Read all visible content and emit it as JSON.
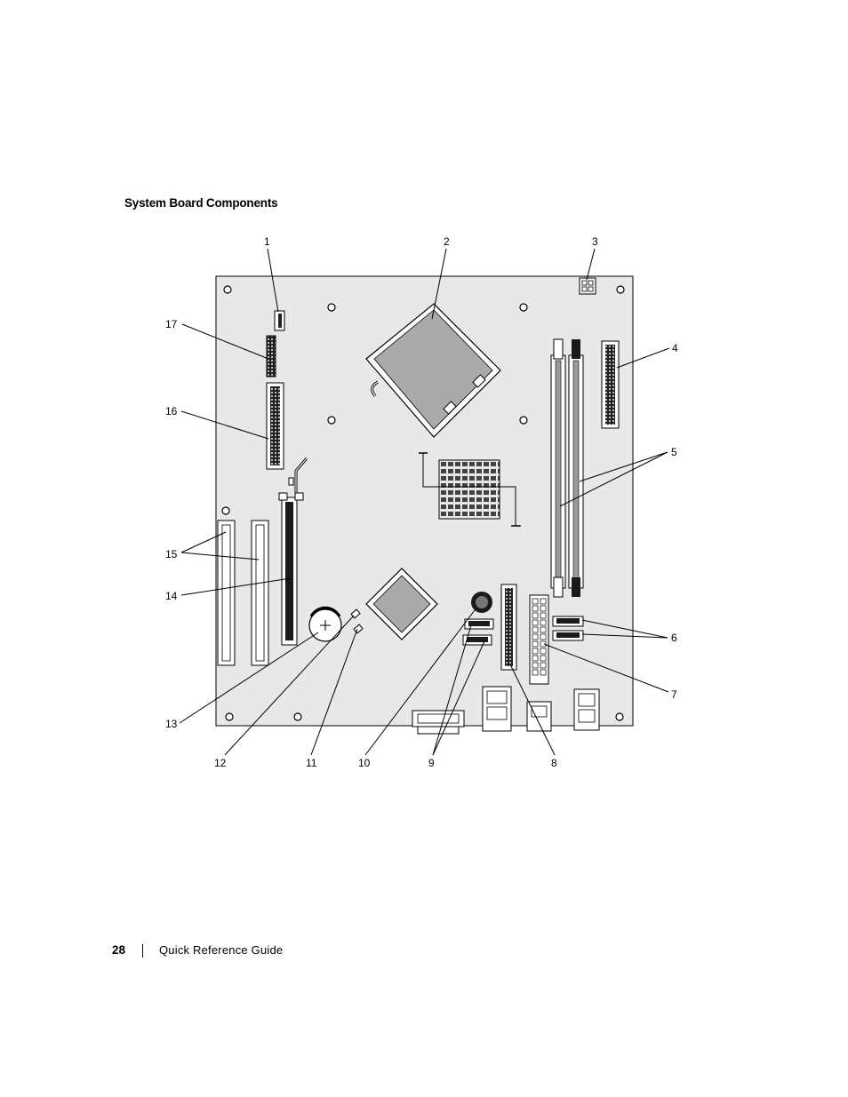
{
  "page": {
    "heading": "System Board Components",
    "page_number": "28",
    "guide_title": "Quick Reference Guide"
  },
  "callouts": {
    "c1": "1",
    "c2": "2",
    "c3": "3",
    "c4": "4",
    "c5": "5",
    "c6": "6",
    "c7": "7",
    "c8": "8",
    "c9": "9",
    "c10": "10",
    "c11": "11",
    "c12": "12",
    "c13": "13",
    "c14": "14",
    "c15": "15",
    "c16": "16",
    "c17": "17"
  },
  "colors": {
    "board": "#e8e8e8",
    "component_dark": "#1a1a1a",
    "component_mid": "#9a9a9a",
    "line": "#000000"
  }
}
